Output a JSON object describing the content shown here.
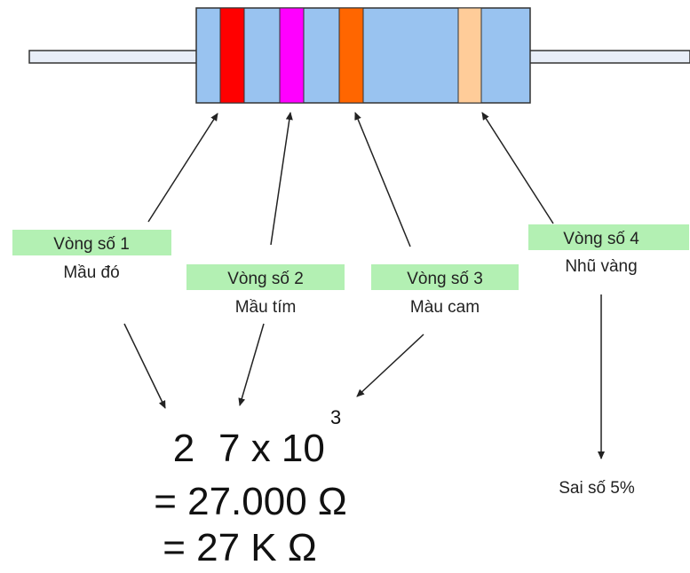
{
  "colors": {
    "resistor_body": "#99c3f0",
    "lead": "#e8eef8",
    "outline": "#333333",
    "band1": "#ff0000",
    "band2": "#ff00ff",
    "band3": "#ff6600",
    "band4": "#ffcc99",
    "label_bg": "#b3f0b3",
    "arrow": "#222222"
  },
  "bands": [
    {
      "title": "Vòng số 1",
      "desc": "Mầu đó"
    },
    {
      "title": "Vòng số 2",
      "desc": "Mầu tím"
    },
    {
      "title": "Vòng số 3",
      "desc": "Màu cam"
    },
    {
      "title": "Vòng số 4",
      "desc": "Nhũ vàng"
    }
  ],
  "formula": {
    "digit1": "2",
    "digit2": "7 x 10",
    "exponent": "3",
    "line2": "= 27.000 Ω",
    "line3": "= 27 K Ω"
  },
  "tolerance": "Sai số 5%"
}
